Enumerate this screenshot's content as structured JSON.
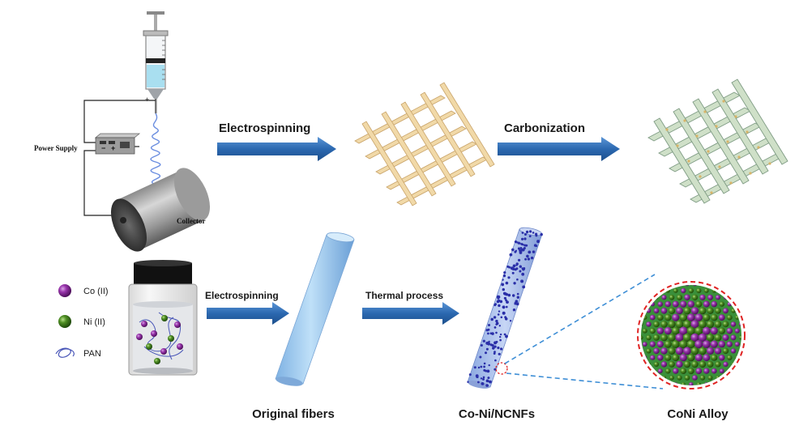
{
  "top_row": {
    "power_supply_label": "Power Supply",
    "collector_label": "Collector",
    "polarity_plus": "+",
    "step1_label": "Electrospinning",
    "step2_label": "Carbonization"
  },
  "bottom_row": {
    "legend": [
      {
        "label": "Co (II)",
        "color": "#8a2a9a",
        "icon": "purple-sphere-icon"
      },
      {
        "label": "Ni (II)",
        "color": "#3d7a1f",
        "icon": "green-sphere-icon"
      },
      {
        "label": "PAN",
        "color": "#4a57b8",
        "icon": "polymer-coil-icon"
      }
    ],
    "step1_label": "Electrospinning",
    "step2_label": "Thermal process",
    "captions": {
      "original": "Original fibers",
      "ncnf": "Co-Ni/NCNFs",
      "alloy": "CoNi Alloy"
    }
  },
  "colors": {
    "arrow": "#2f6eb5",
    "fiber": "#9cc8ec",
    "mesh": "#f0d8a6",
    "co": "#8a2a9a",
    "ni": "#3d9e3a",
    "dashed_red": "#e02424",
    "dashed_blue": "#3f8fd6"
  }
}
